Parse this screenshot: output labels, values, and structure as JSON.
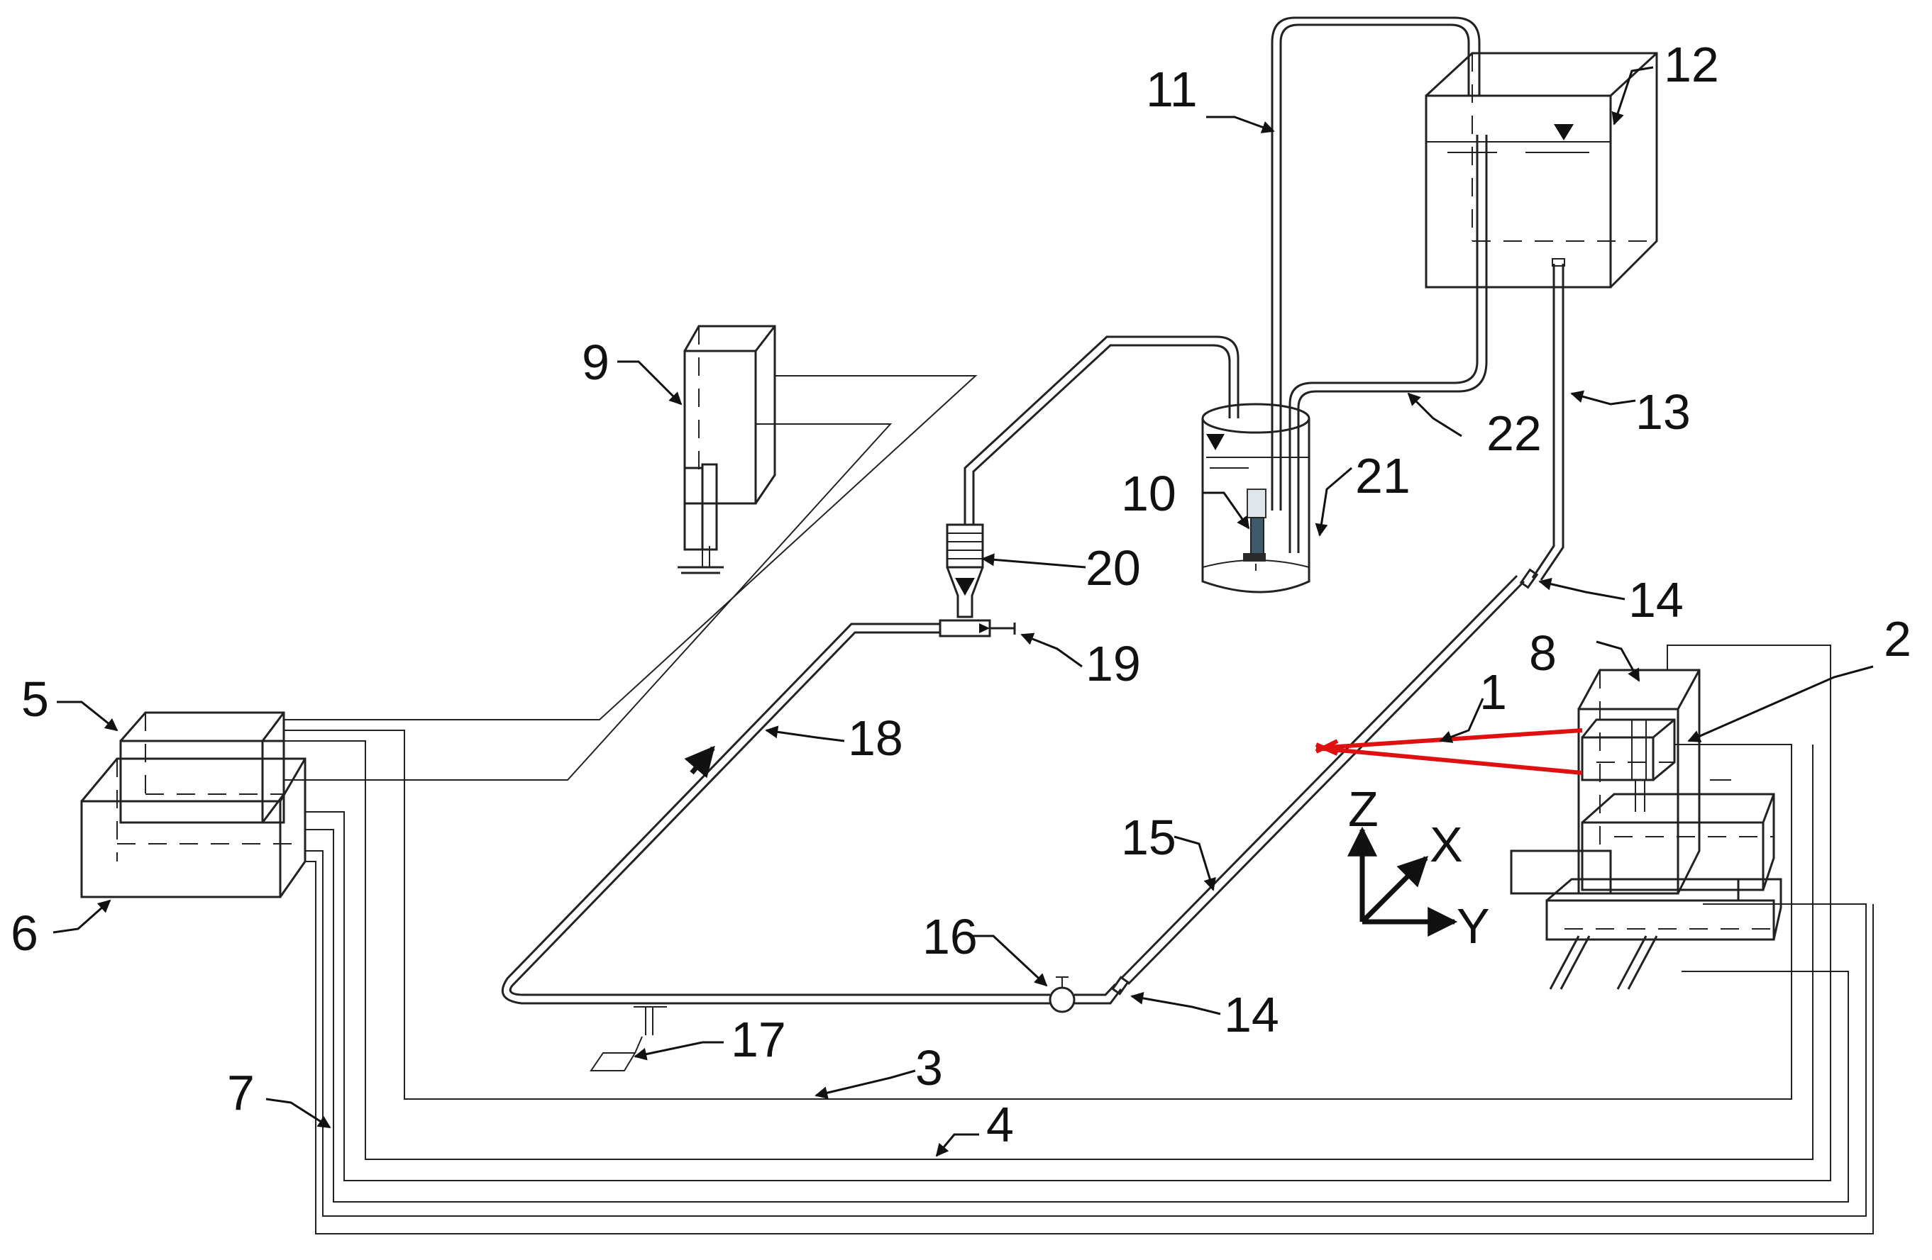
{
  "labels": {
    "l1": "1",
    "l2": "2",
    "l3": "3",
    "l4": "4",
    "l5": "5",
    "l6": "6",
    "l7": "7",
    "l8": "8",
    "l9": "9",
    "l10": "10",
    "l11": "11",
    "l12": "12",
    "l13": "13",
    "l14a": "14",
    "l14b": "14",
    "l15": "15",
    "l16": "16",
    "l17": "17",
    "l18": "18",
    "l19": "19",
    "l20": "20",
    "l21": "21",
    "l22": "22"
  },
  "axes": {
    "z": "Z",
    "x": "X",
    "y": "Y"
  },
  "colors": {
    "line": "#222222",
    "laser": "#e01010",
    "background": "#ffffff"
  }
}
